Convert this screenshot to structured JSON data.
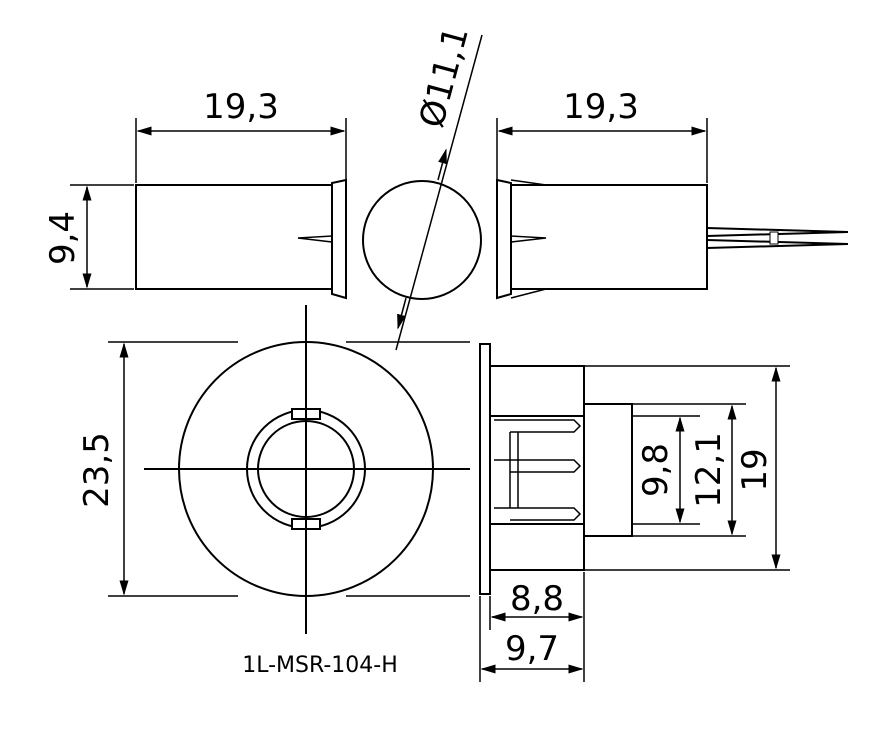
{
  "dimensions": {
    "left_width": "19,3",
    "diameter": "Ø11,1",
    "right_width": "19,3",
    "height_left": "9,4",
    "flange_dia": "23,5",
    "d_inner": "9,8",
    "d_mid": "12,1",
    "d_outer": "19",
    "depth_small": "8,8",
    "depth_large": "9,7"
  },
  "caption": "1L-MSR-104-H"
}
